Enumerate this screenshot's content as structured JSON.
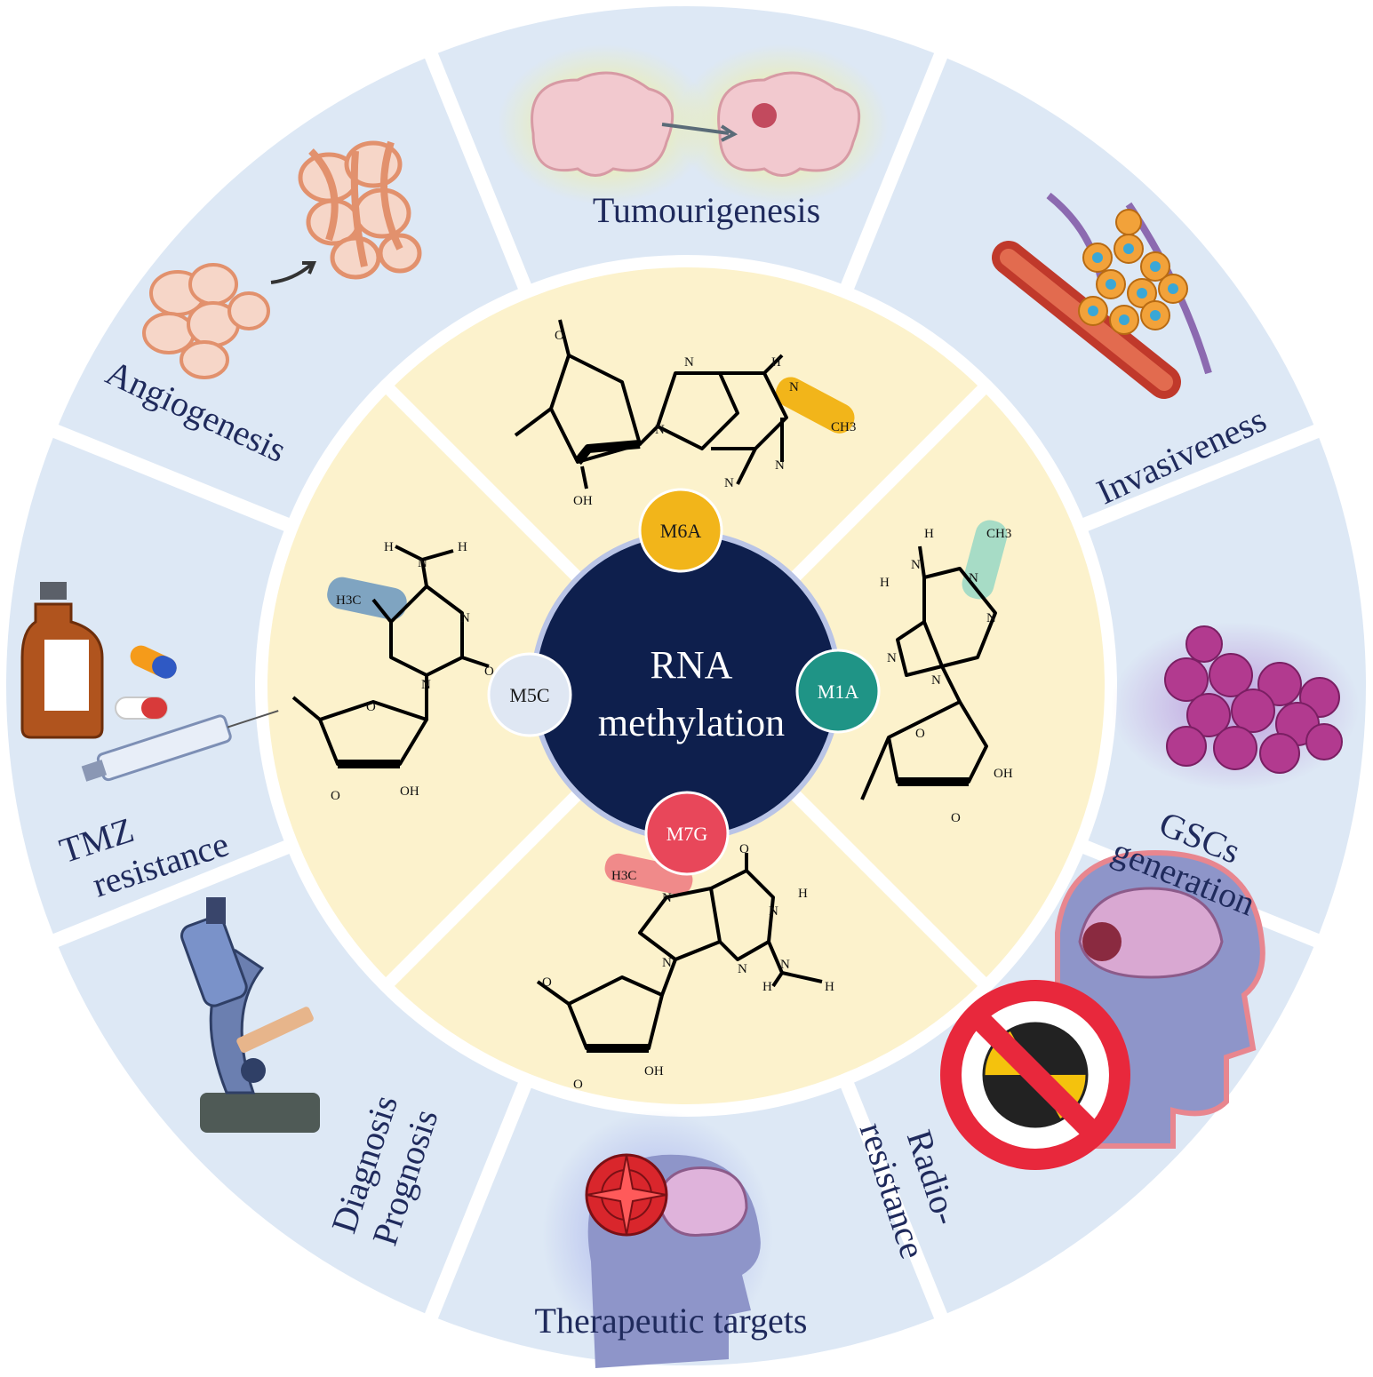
{
  "center": {
    "line1": "RNA",
    "line2": "methylation"
  },
  "modifications": [
    {
      "id": "m6a",
      "label": "M6A",
      "color": "#f2b51a",
      "text_color": "#1a1a1a"
    },
    {
      "id": "m1a",
      "label": "M1A",
      "color": "#1f9486",
      "text_color": "#ffffff"
    },
    {
      "id": "m7g",
      "label": "M7G",
      "color": "#e8475a",
      "text_color": "#ffffff"
    },
    {
      "id": "m5c",
      "label": "M5C",
      "color": "#dfe7f3",
      "text_color": "#1a1a1a"
    }
  ],
  "outer_segments": [
    {
      "id": "tumourigenesis",
      "lines": [
        "Tumourigenesis"
      ],
      "icon": "brain-tumour-icon"
    },
    {
      "id": "invasiveness",
      "lines": [
        "Invasiveness"
      ],
      "icon": "blood-vessel-cells-icon"
    },
    {
      "id": "gscs",
      "lines": [
        "GSCs",
        "generation"
      ],
      "icon": "stem-cells-icon"
    },
    {
      "id": "radio",
      "lines": [
        "Radio-",
        "resistance"
      ],
      "icon": "no-radiation-icon"
    },
    {
      "id": "therapeutic",
      "lines": [
        "Therapeutic targets"
      ],
      "icon": "target-brain-icon"
    },
    {
      "id": "diagnosis",
      "lines": [
        "Diagnosis",
        "Prognosis"
      ],
      "icon": "microscope-icon"
    },
    {
      "id": "tmz",
      "lines": [
        "TMZ",
        "resistance"
      ],
      "icon": "drug-vial-syringe-icon"
    },
    {
      "id": "angiogenesis",
      "lines": [
        "Angiogenesis"
      ],
      "icon": "vessel-sprouting-icon"
    }
  ],
  "chem_labels": {
    "m6a": [
      "O",
      "N",
      "N",
      "N",
      "N",
      "H",
      "N",
      "CH3",
      "OH"
    ],
    "m1a": [
      "H",
      "N",
      "H",
      "N",
      "CH3",
      "N",
      "N",
      "N",
      "O",
      "OH",
      "O"
    ],
    "m7g": [
      "H3C",
      "N",
      "O",
      "N",
      "H",
      "N",
      "N",
      "H",
      "H",
      "N",
      "O",
      "OH",
      "O"
    ],
    "m5c": [
      "H",
      "N",
      "H",
      "H3C",
      "N",
      "N",
      "O",
      "O",
      "OH",
      "O"
    ]
  },
  "colors": {
    "outer_ring": "#dde8f5",
    "inner_ring": "#fcf2cc",
    "core": "#0e1f4d",
    "divider": "#ffffff"
  }
}
